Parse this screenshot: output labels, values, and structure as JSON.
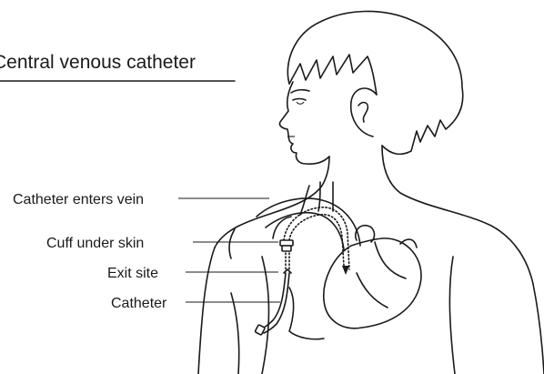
{
  "title": "Central venous catheter",
  "labels": {
    "enters_vein": "Catheter enters vein",
    "cuff": "Cuff under skin",
    "exit_site": "Exit site",
    "catheter": "Catheter"
  },
  "colors": {
    "line": "#1a1a1a",
    "background": "#ffffff"
  }
}
